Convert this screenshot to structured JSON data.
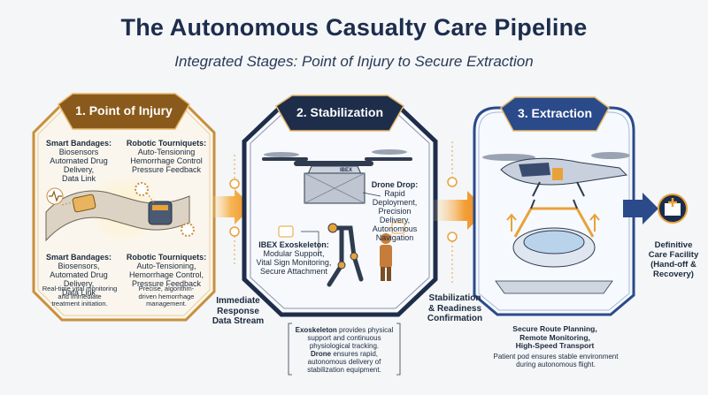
{
  "header": {
    "title": "The Autonomous Casualty Care Pipeline",
    "subtitle": "Integrated Stages: Point of Injury to Secure Extraction"
  },
  "stage1": {
    "title": "1. Point of Injury",
    "item_a_title": "Smart Bandages:",
    "item_a_body": "Biosensors\nAutomated Drug Delivery,\nData Link",
    "item_b_title": "Robotic Tourniquets:",
    "item_b_body": "Auto-Tensioning\nHemorrhage Control\nPressure Feedback",
    "item_c_title": "Smart Bandages:",
    "item_c_body": "Biosensors,\nAutomated Drug Delivery,\nData Link",
    "item_d_title": "Robotic Tourniquets:",
    "item_d_body": "Auto-Tensioning,\nHemorrhage Control,\nPressure Feedback",
    "note_a": "Real-time vital monitoring\nand immediate\ntreatment initiation.",
    "note_b": "Precise, algorithm-\ndriven hemorrhage\nmanagement."
  },
  "stage2": {
    "title": "2. Stabilization",
    "drone_label": "IBEX",
    "drone_title": "Drone Drop:",
    "drone_body": "Rapid Deployment,\nPrecision Delivery,\nAutonomous\nNavigation",
    "exo_title": "IBEX Exoskeleton:",
    "exo_body": "Modular Support,\nVital Sign Monitoring,\nSecure Attachment",
    "note_k1": "Exoskeleton",
    "note_t1": " provides physical\nsupport and continuous\nphysiological tracking.\n",
    "note_k2": "Drone",
    "note_t2": " ensures rapid,\nautonomous delivery of\nstabilization equipment."
  },
  "stage3": {
    "title": "3. Extraction",
    "body_bold": "Secure Route Planning,\nRemote Monitoring,\nHigh-Speed Transport",
    "note": "Patient pod ensures stable environment\nduring autonomous flight."
  },
  "connectors": {
    "c1": "Immediate\nResponse\nData Stream",
    "c2": "Stabilization\n& Readiness\nConfirmation"
  },
  "destination": {
    "label": "Definitive\nCare Facility\n(Hand-off &\nRecovery)"
  },
  "colors": {
    "navy": "#1d2d4c",
    "stage1_header": "#8a5a1c",
    "stage2_header": "#1e2d4a",
    "stage3_header": "#2a4a8a",
    "flow_orange": "#f3a03a",
    "accent_gold": "#e8a23a"
  }
}
